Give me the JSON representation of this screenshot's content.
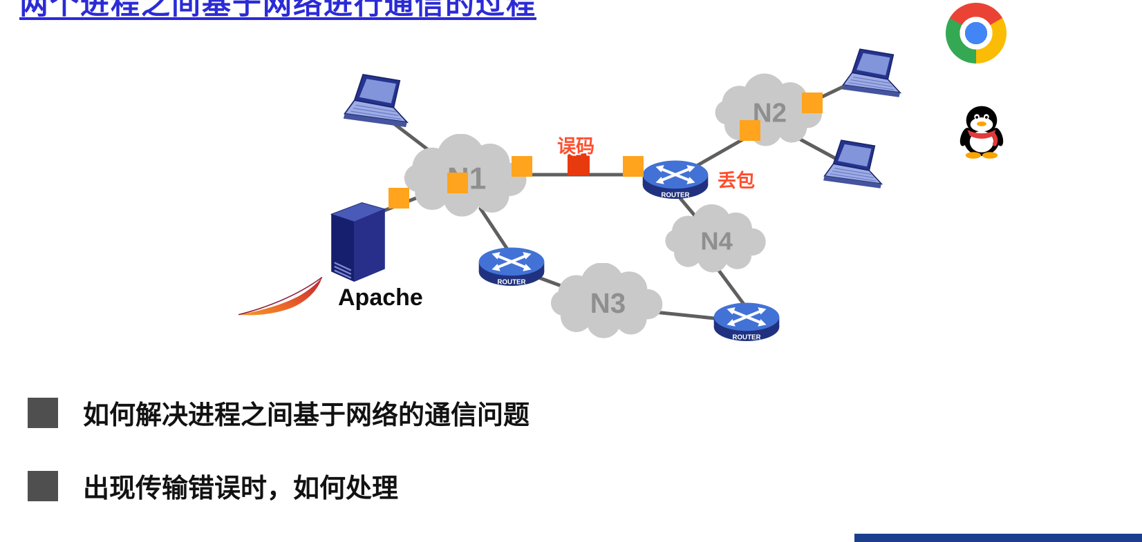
{
  "page": {
    "title_partial": "两个进程之间基于网络进行通信的过程",
    "title_color": "#2b2bd6",
    "background": "#ffffff"
  },
  "diagram": {
    "clouds": [
      {
        "label": "N1"
      },
      {
        "label": "N2"
      },
      {
        "label": "N3"
      },
      {
        "label": "N4"
      }
    ],
    "routers": [
      {
        "label": "ROUTER"
      },
      {
        "label": "ROUTER"
      },
      {
        "label": "ROUTER"
      }
    ],
    "server": {
      "label": "Apache"
    },
    "annotations": {
      "bit_error": {
        "text": "误码",
        "color": "#ff4f2e"
      },
      "packet_loss": {
        "text": "丢包",
        "color": "#ff4f2e"
      }
    },
    "packets": {
      "normal_color": "#ffa41c",
      "error_color": "#e83a0f",
      "normal_count": 6,
      "error_count": 1
    },
    "link_color": "#5f5f5f",
    "cloud_color": "#c9c9c9",
    "cloud_label_color": "#8f8f8f"
  },
  "icons": {
    "browser": "chrome-browser-icon",
    "messenger": "qq-penguin-icon"
  },
  "bullets": [
    "如何解决进程之间基于网络的通信问题",
    "出现传输错误时，如何处理"
  ],
  "footer": {
    "accent_bar_color": "#1c3e8e"
  }
}
